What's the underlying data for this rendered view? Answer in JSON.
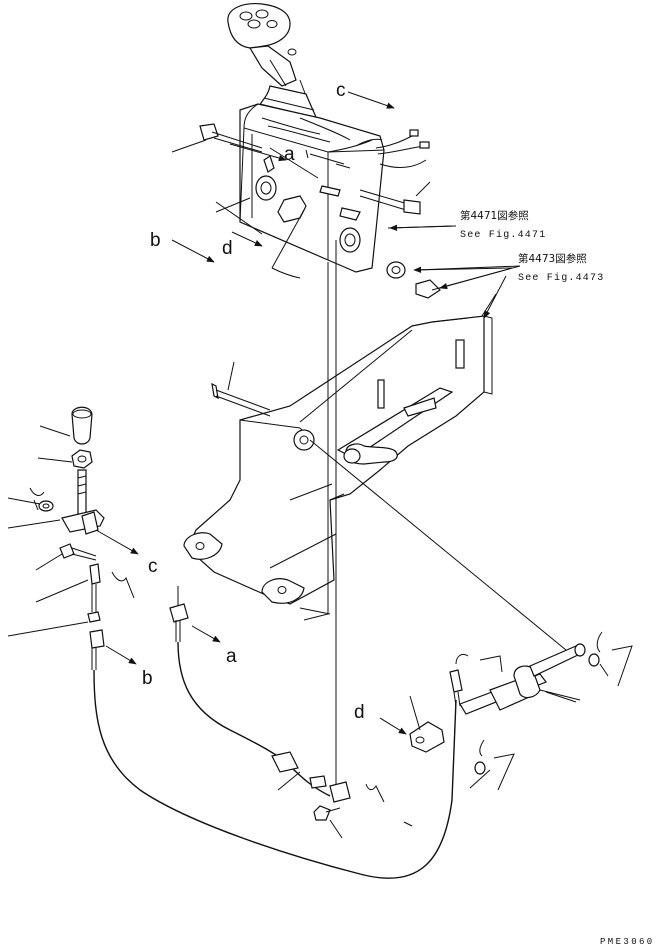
{
  "diagram": {
    "letters": {
      "c_top": "c",
      "a_top": "a",
      "b_left": "b",
      "d_left": "d",
      "c_mid": "c",
      "a_mid": "a",
      "b_mid": "b",
      "d_bottom": "d"
    },
    "references": {
      "fig4471_jp": "第4471図参照",
      "fig4471_en": "See Fig.4471",
      "fig4473_jp": "第4473図参照",
      "fig4473_en": "See Fig.4473"
    },
    "drawing_code": "PME3060"
  }
}
